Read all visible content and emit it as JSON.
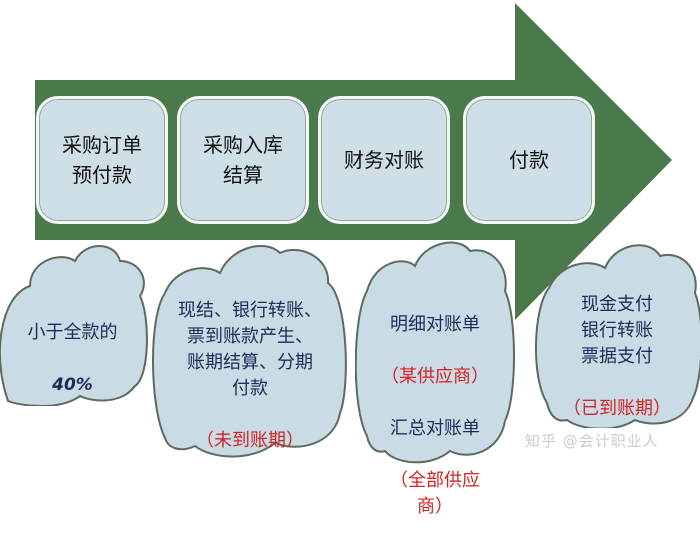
{
  "colors": {
    "arrow": "#4a7a4c",
    "box_fill": "#cfdfe8",
    "cloud_fill": "#c9dbe4",
    "cloud_stroke": "#5c6b5e",
    "text_dark": "#1f2a5a",
    "text_red": "#d42424"
  },
  "steps": [
    {
      "label": "采购订单\n预付款"
    },
    {
      "label": "采购入库\n结算"
    },
    {
      "label": "财务对账"
    },
    {
      "label": "付款"
    }
  ],
  "notes": [
    {
      "lines": [
        "小于全款的"
      ],
      "highlight": "40%"
    },
    {
      "lines": [
        "现结、银行转账、\n票到账款产生、\n账期结算、分期\n付款"
      ],
      "red": "（未到账期）"
    },
    {
      "line1": "明细对账单",
      "red1": "（某供应商）",
      "line2": "汇总对账单",
      "red2": "（全部供应\n商）"
    },
    {
      "lines": [
        "现金支付\n银行转账\n票据支付"
      ],
      "red": "（已到账期）"
    }
  ],
  "watermark": "知乎 @会计职业人"
}
